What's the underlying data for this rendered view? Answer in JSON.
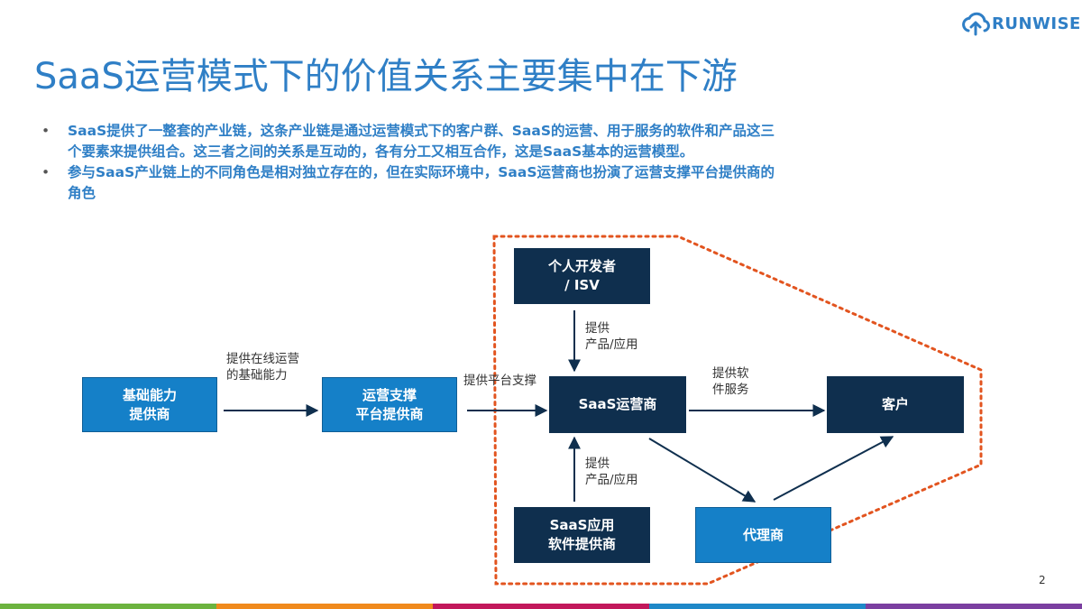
{
  "title": "SaaS运营模式下的价值关系主要集中在下游",
  "logo": {
    "text": "RUNWISE",
    "icon": "cloud-arrow-icon"
  },
  "bullets": [
    {
      "line1": "SaaS提供了一整套的产业链，这条产业链是通过运营模式下的客户群、SaaS的运营、用于服务的软件和产品这三",
      "line2": "个要素来提供组合。这三者之间的关系是互动的，各有分工又相互合作，这是SaaS基本的运营模型。"
    },
    {
      "line1": "参与SaaS产业链上的不同角色是相对独立存在的，但在实际环境中，SaaS运营商也扮演了运营支撑平台提供商的",
      "line2": "角色"
    }
  ],
  "bullet_marker": "•",
  "diagram": {
    "nodes": {
      "infra": {
        "line1": "基础能力",
        "line2": "提供商"
      },
      "platform": {
        "line1": "运营支撑",
        "line2": "平台提供商"
      },
      "saas_operator": {
        "line1": "SaaS运营商"
      },
      "customer": {
        "line1": "客户"
      },
      "developer": {
        "line1": "个人开发者",
        "line2": "/ ISV"
      },
      "saas_app": {
        "line1": "SaaS应用",
        "line2": "软件提供商"
      },
      "agent": {
        "line1": "代理商"
      }
    },
    "edge_labels": {
      "infra_to_platform": {
        "line1": "提供在线运营",
        "line2": "的基础能力"
      },
      "platform_to_operator": {
        "line1": "提供平台支撑"
      },
      "developer_to_operator": {
        "line1": "提供",
        "line2": "产品/应用"
      },
      "app_to_operator": {
        "line1": "提供",
        "line2": "产品/应用"
      },
      "operator_to_customer": {
        "line1": "提供软",
        "line2": "件服务"
      }
    },
    "colors": {
      "light_box": "#1580c8",
      "dark_box": "#0f2f4e",
      "boundary": "#e2541f",
      "arrow": "#0f2f4e"
    }
  },
  "page_number": "2",
  "footer_colors": [
    "#6cb33f",
    "#f08a1c",
    "#c2185b",
    "#1e88c8",
    "#7b3fa0"
  ]
}
